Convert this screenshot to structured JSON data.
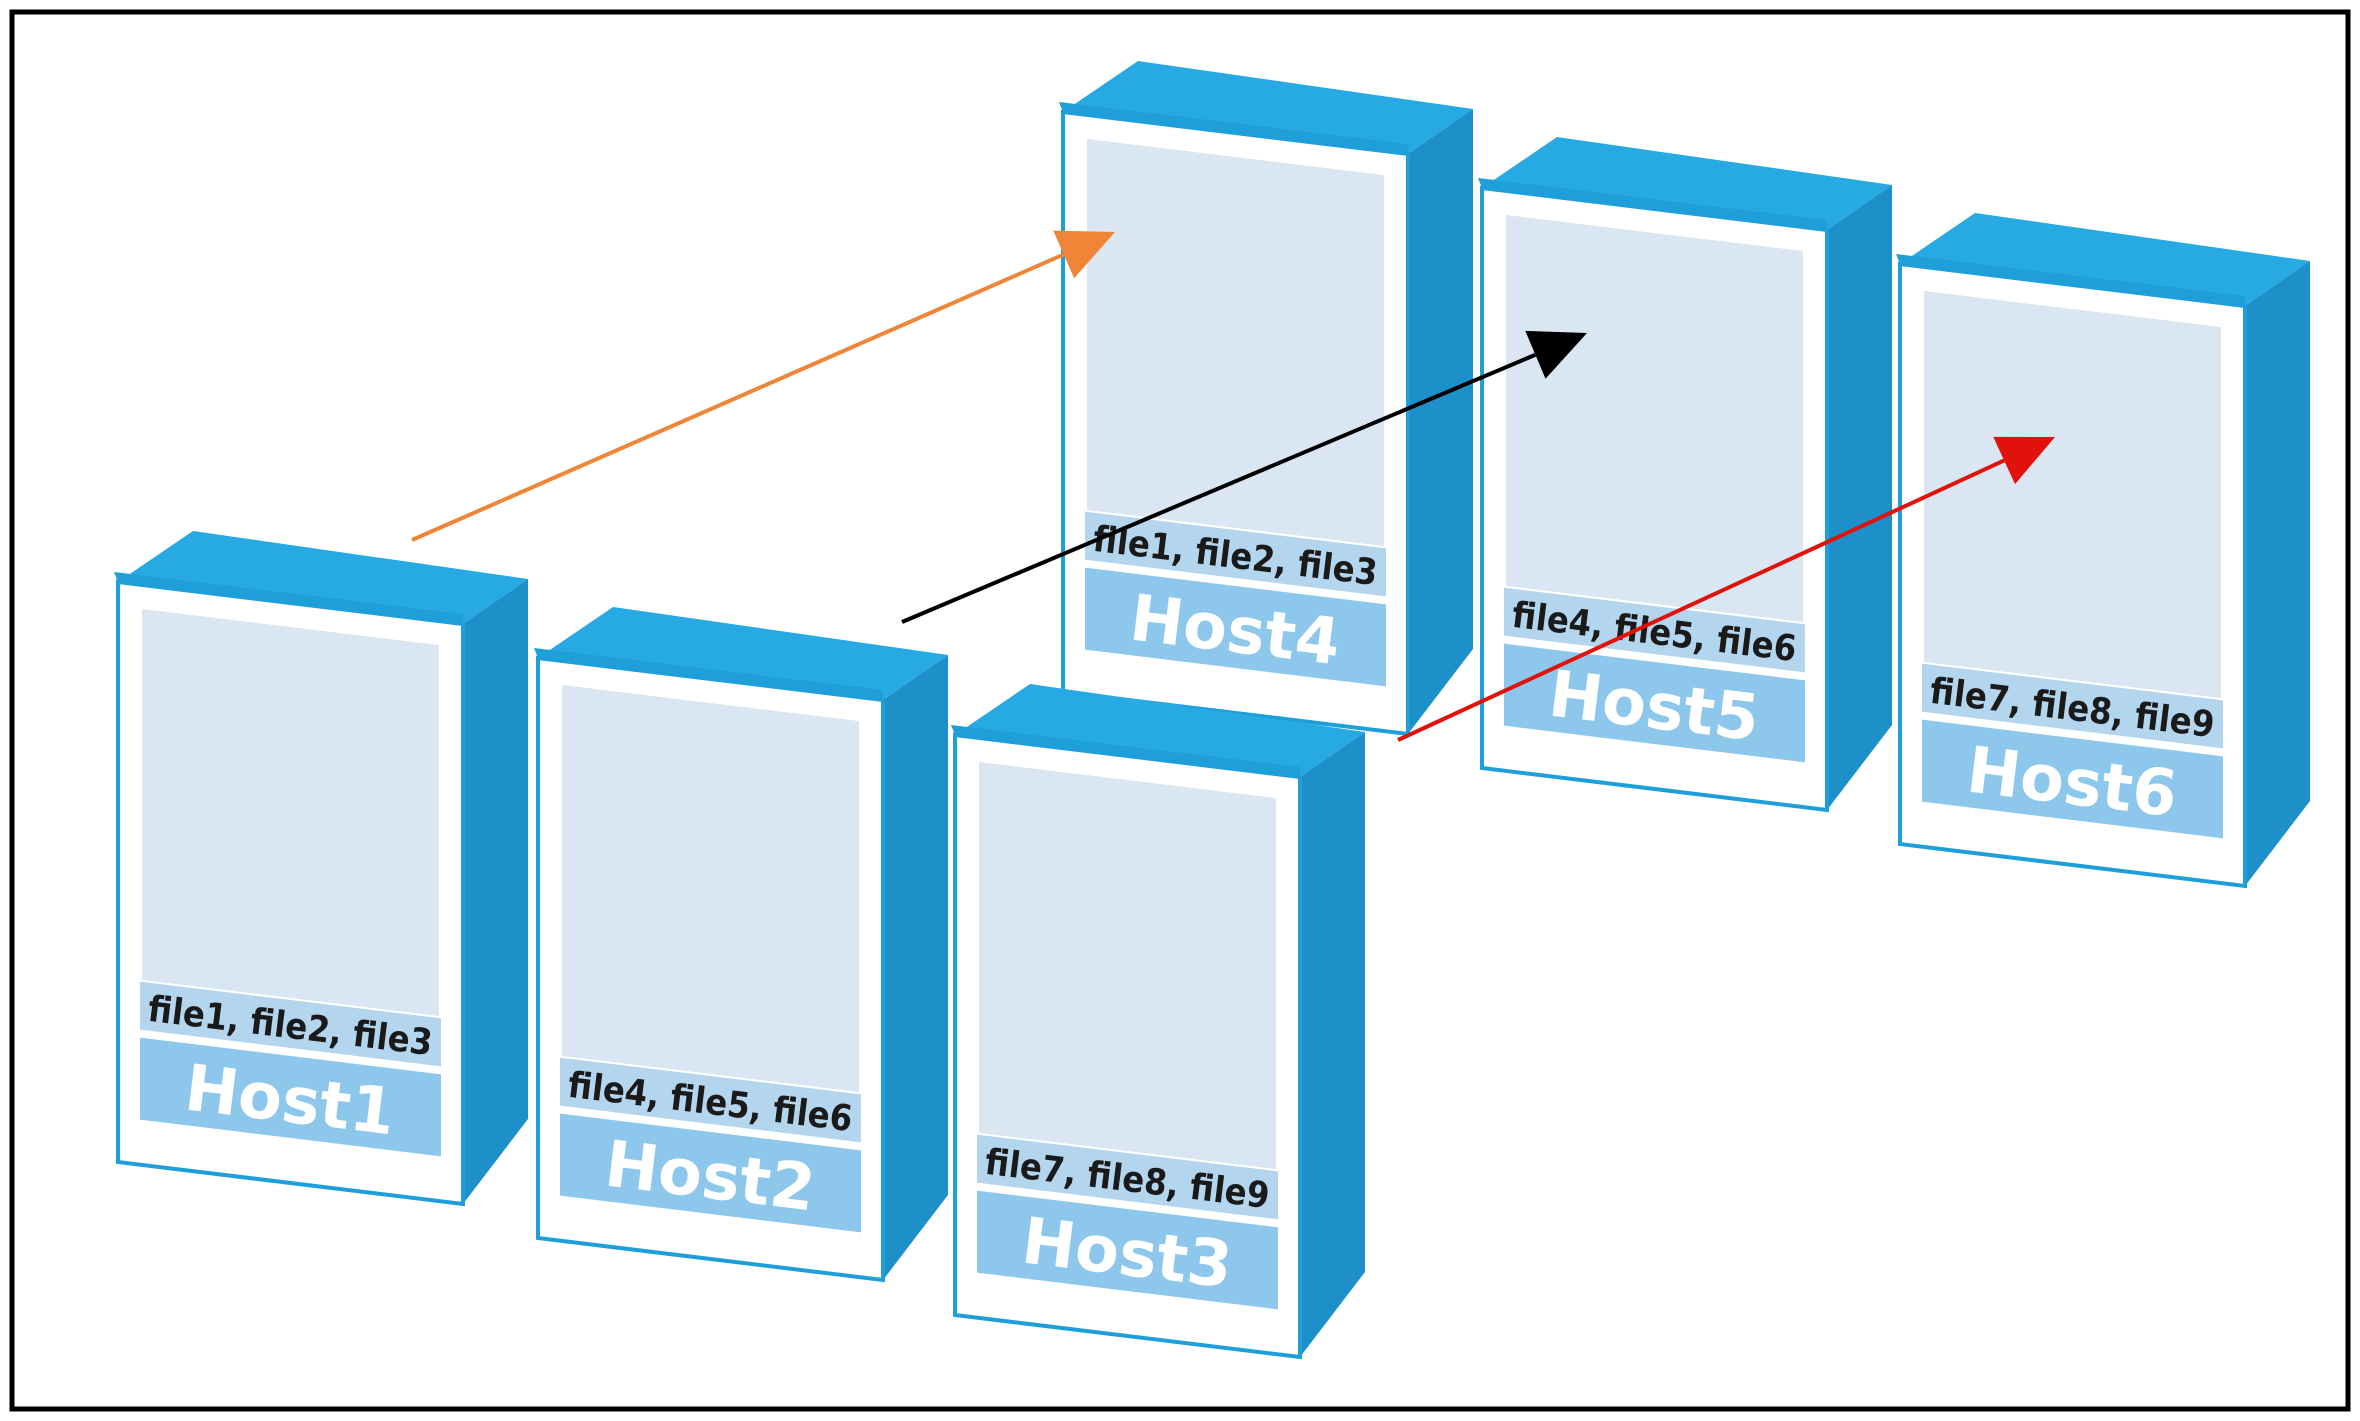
{
  "colors": {
    "frame": "#000000",
    "server_front": "#1e9fda",
    "server_side": "#1d8fc9",
    "server_top": "#27a9e3",
    "screen": "#dae6f2",
    "file_band": "#b3d5ee",
    "label_band": "#8ec7ec",
    "arrow_orange": "#f08437",
    "arrow_black": "#000000",
    "arrow_red": "#e0120b"
  },
  "hosts": [
    {
      "id": "host1",
      "label": "Host1",
      "files": "file1, file2, file3"
    },
    {
      "id": "host2",
      "label": "Host2",
      "files": "file4, file5, file6"
    },
    {
      "id": "host3",
      "label": "Host3",
      "files": "file7, file8, file9"
    },
    {
      "id": "host4",
      "label": "Host4",
      "files": "file1, file2, file3"
    },
    {
      "id": "host5",
      "label": "Host5",
      "files": "file4, file5, file6"
    },
    {
      "id": "host6",
      "label": "Host6",
      "files": "file7, file8, file9"
    }
  ],
  "connections": [
    {
      "from": "Host1",
      "to": "Host4",
      "color": "#f08437"
    },
    {
      "from": "Host2",
      "to": "Host5",
      "color": "#000000"
    },
    {
      "from": "Host3",
      "to": "Host6",
      "color": "#e0120b"
    }
  ]
}
